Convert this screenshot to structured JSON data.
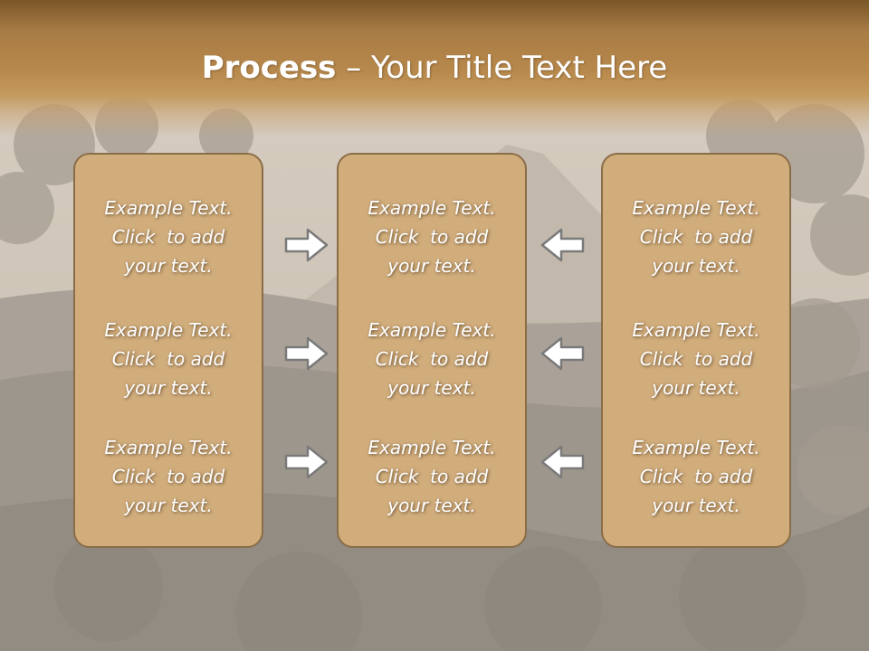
{
  "slide": {
    "title_bold": "Process",
    "title_rest": " – Your Title Text Here",
    "box_text_line1": "Example Text.",
    "box_text_line2": "Click  to add",
    "box_text_line3": "your text."
  },
  "colors": {
    "box_fill": "#d1ad7c",
    "box_border": "#8a6d48",
    "title_band": "#b8894c",
    "arrow_fill": "#ffffff",
    "arrow_stroke": "#7a7a7a"
  },
  "icons": {
    "right_arrow": "right-arrow-icon",
    "left_arrow": "left-arrow-icon"
  }
}
